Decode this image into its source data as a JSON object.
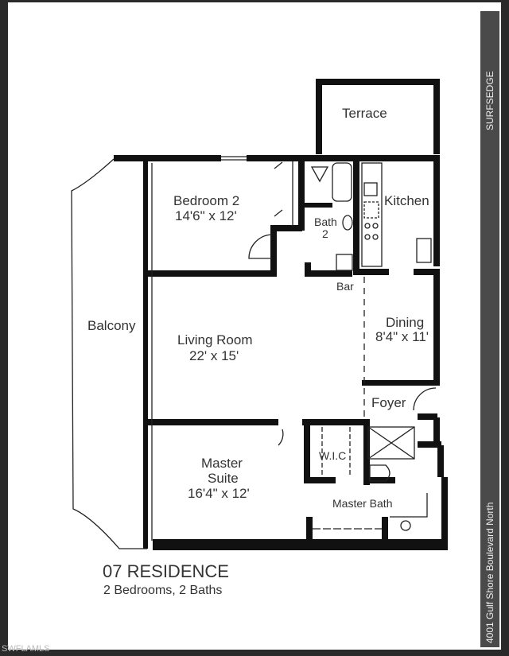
{
  "plan": {
    "rooms": {
      "terrace": "Terrace",
      "bedroom2": "Bedroom 2",
      "bedroom2_size": "14'6\" x 12'",
      "bath2": "Bath",
      "bath2_num": "2",
      "kitchen": "Kitchen",
      "bar": "Bar",
      "balcony": "Balcony",
      "living": "Living Room",
      "living_size": "22' x 15'",
      "dining": "Dining",
      "dining_size": "8'4\" x 11'",
      "foyer": "Foyer",
      "master": "Master",
      "master2": "Suite",
      "master_size": "16'4\" x 12'",
      "wic": "W.I.C",
      "master_bath": "Master Bath"
    },
    "title": "07 RESIDENCE",
    "subtitle": "2 Bedrooms, 2 Baths"
  },
  "sidebar": {
    "brand": "SURFSEDGE",
    "address": "4001 Gulf Shore Boulevard North"
  },
  "watermark": "SWFLAMLS"
}
